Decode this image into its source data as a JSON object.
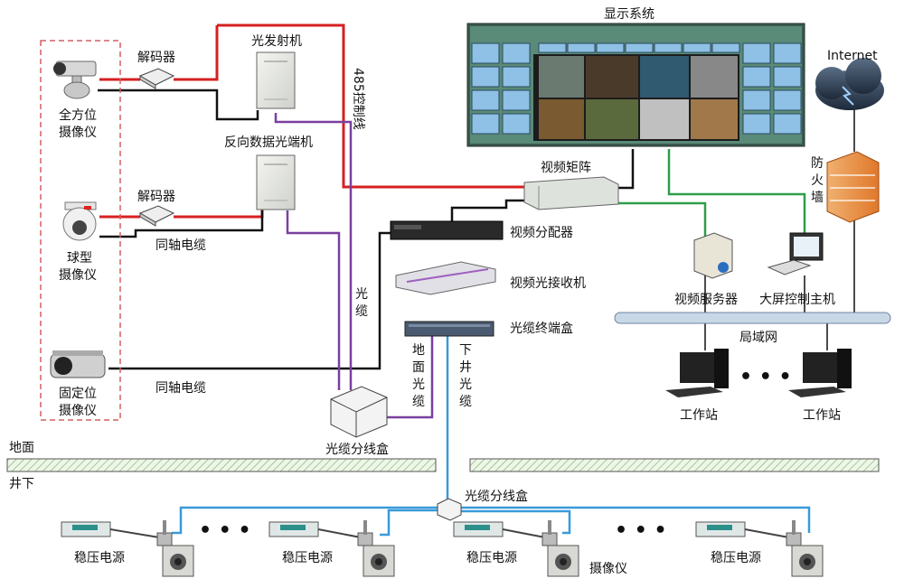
{
  "labels": {
    "display_system": "显示系统",
    "internet": "Internet",
    "firewall": "防火墙",
    "video_matrix": "视频矩阵",
    "rs485": "485控制线",
    "optical_tx": "光发射机",
    "reverse_data_terminal": "反向数据光端机",
    "decoder1": "解码器",
    "decoder2": "解码器",
    "ptz_camera": "全方位摄像仪",
    "dome_camera": "球型摄像仪",
    "fixed_camera": "固定位摄像仪",
    "coax1": "同轴电缆",
    "coax2": "同轴电缆",
    "video_distributor": "视频分配器",
    "video_rx": "视频光接收机",
    "cable_terminal_box": "光缆终端盒",
    "optical_cable": "光缆",
    "ground_cable": "地面光缆",
    "down_cable": "下井光缆",
    "splitter_surface": "光缆分线盒",
    "splitter_under": "光缆分线盒",
    "video_server": "视频服务器",
    "screen_host": "大屏控制主机",
    "lan": "局域网",
    "workstation1": "工作站",
    "workstation2": "工作站",
    "ground": "地面",
    "underground": "井下",
    "psu1": "稳压电源",
    "psu2": "稳压电源",
    "psu3": "稳压电源",
    "psu4": "稳压电源",
    "camera_under": "摄像仪",
    "ellipsis1": "• • •",
    "ellipsis2": "• • •",
    "ellipsis3": "• • •"
  },
  "colors": {
    "control_line": "#d62020",
    "video_line": "#111111",
    "fiber_purple": "#7a3fa0",
    "fiber_blue": "#3a9ad9",
    "network_green": "#2e9e4a",
    "lan_bar": "#9bb3c9"
  },
  "icons": [
    "ptz-camera-icon",
    "dome-camera-icon",
    "fixed-camera-icon",
    "decoder-icon",
    "optical-transmitter-icon",
    "video-matrix-icon",
    "video-wall-icon",
    "cloud-icon",
    "firewall-icon",
    "server-icon",
    "monitor-icon",
    "workstation-icon",
    "splitter-box-icon",
    "power-supply-icon",
    "mine-camera-icon"
  ]
}
